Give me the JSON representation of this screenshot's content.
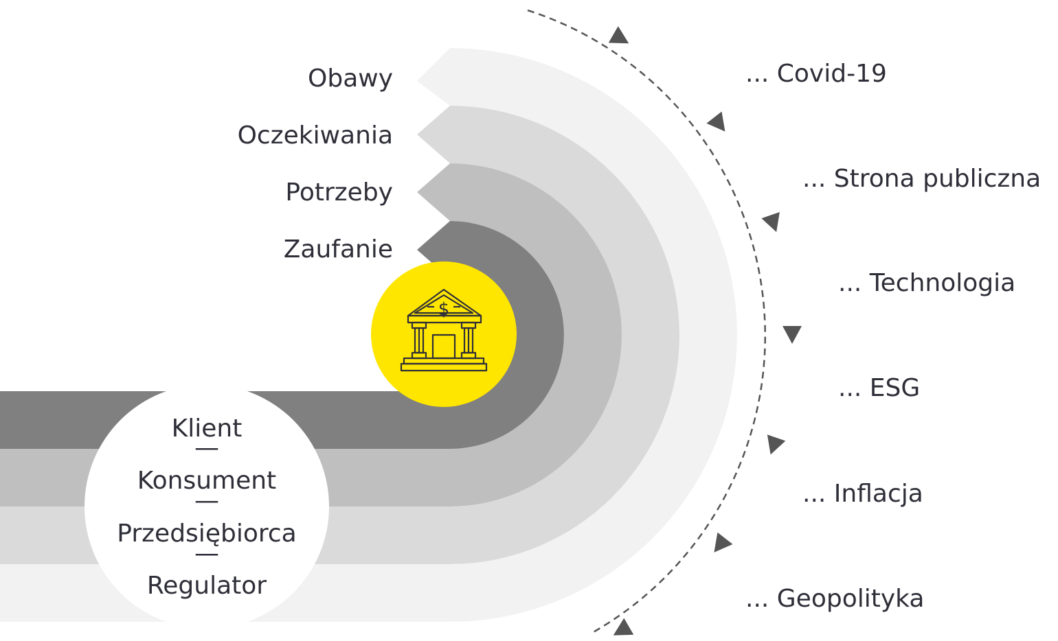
{
  "layers": [
    "Obawy",
    "Oczekiwania",
    "Potrzeby",
    "Zaufanie"
  ],
  "center": {
    "roles": [
      "Klient",
      "Konsument",
      "Przedsiębiorca",
      "Regulator"
    ],
    "separator": "—"
  },
  "factors": [
    "... Covid-19",
    "... Strona publiczna",
    "... Technologia",
    "... ESG",
    "... Inflacja",
    "... Geopolityka"
  ],
  "icon": "bank-icon",
  "colors": {
    "band_outer": "#f2f2f2",
    "band_2": "#dadada",
    "band_3": "#bfbfbf",
    "band_inner": "#808080",
    "accent_yellow": "#ffe600",
    "icon_stroke": "#2e2e38",
    "text": "#2e2e38",
    "arrow": "#555555"
  }
}
